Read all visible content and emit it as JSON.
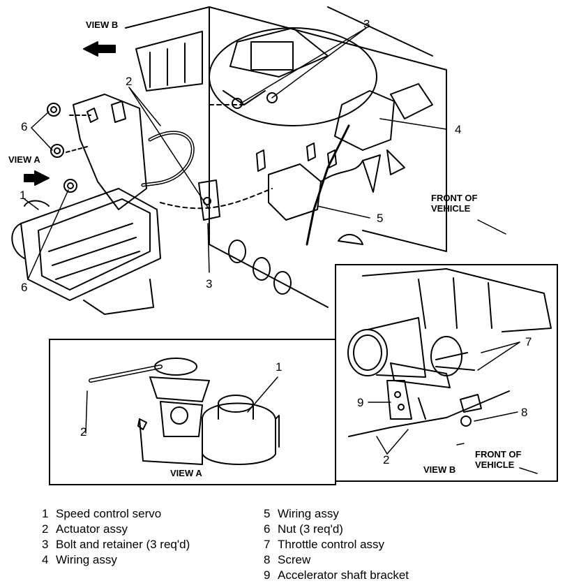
{
  "diagram": {
    "labels": {
      "view_b_top": "VIEW B",
      "view_a_side": "VIEW A",
      "front_top": [
        "FRONT OF",
        "VEHICLE"
      ],
      "view_a_caption": "VIEW A",
      "view_b_caption": "VIEW B",
      "front_panel": [
        "FRONT OF",
        "VEHICLE"
      ]
    },
    "callouts": {
      "c1_main": "1",
      "c2_main": "2",
      "c3_top": "3",
      "c3_bottom": "3",
      "c4": "4",
      "c5": "5",
      "c6_upper": "6",
      "c6_lower": "6",
      "c1_view_a": "1",
      "c2_view_a": "2",
      "c7": "7",
      "c8": "8",
      "c9": "9",
      "c2_view_b": "2"
    }
  },
  "legend": [
    {
      "num": "1",
      "text": "Speed control servo"
    },
    {
      "num": "2",
      "text": "Actuator assy"
    },
    {
      "num": "3",
      "text": "Bolt and retainer (3 req'd)"
    },
    {
      "num": "4",
      "text": "Wiring assy"
    },
    {
      "num": "5",
      "text": "Wiring assy"
    },
    {
      "num": "6",
      "text": "Nut (3 req'd)"
    },
    {
      "num": "7",
      "text": "Throttle control assy"
    },
    {
      "num": "8",
      "text": "Screw"
    },
    {
      "num": "9",
      "text": "Accelerator shaft bracket"
    }
  ]
}
